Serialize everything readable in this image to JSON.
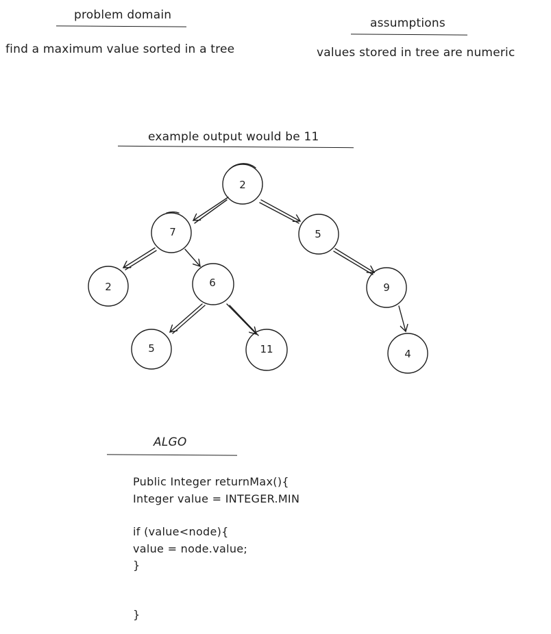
{
  "headings": {
    "problem_domain": "problem domain",
    "assumptions": "assumptions",
    "example": "example  output would be 11",
    "algo": "ALGO"
  },
  "texts": {
    "problem": "find a maximum value sorted in a tree",
    "assumption": "values stored in tree are numeric"
  },
  "tree": {
    "nodes": [
      {
        "id": "n-root",
        "label": "2"
      },
      {
        "id": "n-7",
        "label": "7"
      },
      {
        "id": "n-5a",
        "label": "5"
      },
      {
        "id": "n-2",
        "label": "2"
      },
      {
        "id": "n-6",
        "label": "6"
      },
      {
        "id": "n-9",
        "label": "9"
      },
      {
        "id": "n-5b",
        "label": "5"
      },
      {
        "id": "n-11",
        "label": "11"
      },
      {
        "id": "n-4",
        "label": "4"
      }
    ]
  },
  "code": {
    "lines": [
      "Public Integer returnMax(){",
      "Integer value = INTEGER.MIN",
      "if (value<node){",
      "value = node.value;",
      "}",
      "}"
    ]
  },
  "colors": {
    "ink": "#1e1e1e",
    "background": "#ffffff"
  }
}
